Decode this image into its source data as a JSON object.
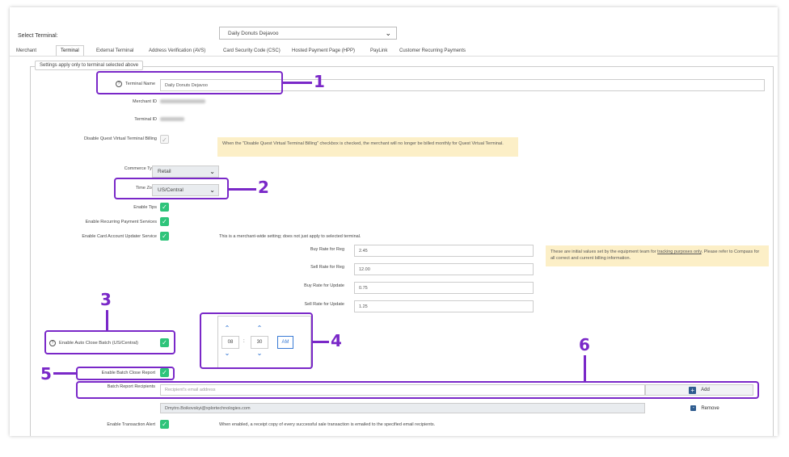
{
  "header": {
    "select_terminal_label": "Select Terminal:",
    "selected_terminal": "Daily Donuts Dejavoo"
  },
  "tabs": [
    {
      "label": "Merchant",
      "active": false
    },
    {
      "label": "Terminal",
      "active": true
    },
    {
      "label": "External Terminal",
      "active": false
    },
    {
      "label": "Address Verification (AVS)",
      "active": false
    },
    {
      "label": "Card Security Code (CSC)",
      "active": false
    },
    {
      "label": "Hosted Payment Page (HPP)",
      "active": false
    },
    {
      "label": "PayLink",
      "active": false
    },
    {
      "label": "Customer Recurring Payments",
      "active": false
    }
  ],
  "settings_legend": "Settings apply only to terminal selected above",
  "form": {
    "terminal_name_label": "Terminal Name",
    "terminal_name_value": "Daily Donuts Dejavoo",
    "merchant_id_label": "Merchant ID",
    "terminal_id_label": "Terminal ID",
    "disable_billing_label": "Disable Quest Virtual Terminal Billing",
    "disable_billing_note": "When the \"Disable Quest Virtual Terminal Billing\" checkbox is checked, the merchant will no longer be billed monthly for Quest Virtual Terminal.",
    "commerce_type_label": "Commerce Type",
    "commerce_type_value": "Retail",
    "time_zone_label": "Time Zone",
    "time_zone_value": "US/Central",
    "enable_tips_label": "Enable Tips",
    "enable_recurring_label": "Enable Recurring Payment Services",
    "enable_updater_label": "Enable Card Account Updater Service",
    "updater_note": "This is a merchant-wide setting; does not just apply to selected terminal.",
    "buy_rate_reg_label": "Buy Rate for Reg",
    "buy_rate_reg_value": "2.45",
    "sell_rate_reg_label": "Sell Rate for Reg",
    "sell_rate_reg_value": "12.00",
    "buy_rate_update_label": "Buy Rate for Update",
    "buy_rate_update_value": "0.75",
    "sell_rate_update_label": "Sell Rate for Update",
    "sell_rate_update_value": "1.25",
    "rates_note_pre": "These are initial values set by the equipment team for ",
    "rates_note_link": "tracking purposes only",
    "rates_note_post": ". Please refer to Compass for all correct and current billing information.",
    "auto_close_label": "Enable Auto Close Batch (US/Central)",
    "hour": "08",
    "colon": ":",
    "minute": "30",
    "ampm": "AM",
    "batch_close_report_label": "Enable Batch Close Report",
    "batch_recipients_label": "Batch Report Recipients",
    "recipient_placeholder": "Recipient's email address",
    "add_label": "Add",
    "existing_recipient": "Dmytro.Boikovskyi@xplortechnologies.com",
    "remove_label": "Remove",
    "transaction_alert_label": "Enable Transaction Alert",
    "transaction_alert_note": "When enabled, a receipt copy of every successful sale transaction is emailed to the specified email recipients."
  },
  "annotations": [
    "1",
    "2",
    "3",
    "4",
    "5",
    "6"
  ],
  "colors": {
    "annotation": "#7a28c8",
    "checkbox_on": "#2ec47a",
    "note_bg": "#fcefc7",
    "accent_blue": "#3a7bd5",
    "button_icon": "#2f5c8f"
  }
}
